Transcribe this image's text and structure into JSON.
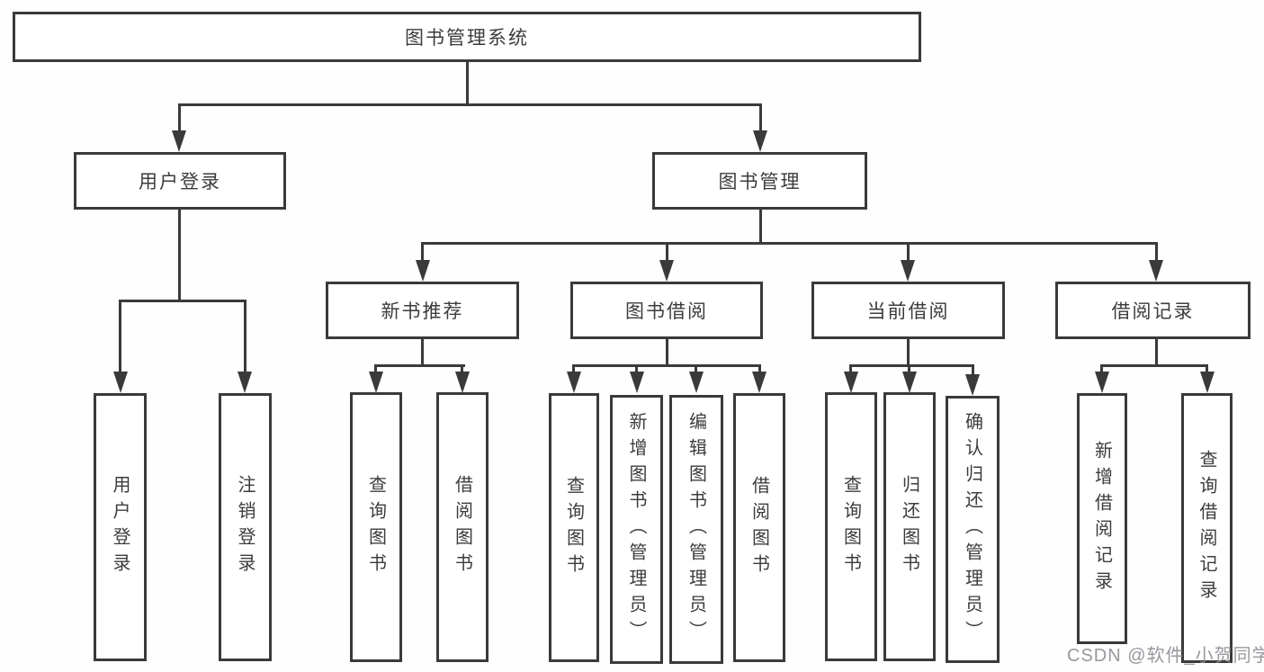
{
  "tree": {
    "root": {
      "label": "图书管理系统"
    },
    "login": {
      "label": "用户登录",
      "children": [
        {
          "label": "用户登录"
        },
        {
          "label": "注销登录"
        }
      ]
    },
    "manage": {
      "label": "图书管理",
      "children": [
        {
          "label": "新书推荐",
          "children": [
            {
              "label": "查询图书"
            },
            {
              "label": "借阅图书"
            }
          ]
        },
        {
          "label": "图书借阅",
          "children": [
            {
              "label": "查询图书"
            },
            {
              "label": "新增图书（管理员）"
            },
            {
              "label": "编辑图书（管理员）"
            },
            {
              "label": "借阅图书"
            }
          ]
        },
        {
          "label": "当前借阅",
          "children": [
            {
              "label": "查询图书"
            },
            {
              "label": "归还图书"
            },
            {
              "label": "确认归还（管理员）"
            }
          ]
        },
        {
          "label": "借阅记录",
          "children": [
            {
              "label": "新增借阅记录"
            },
            {
              "label": "查询借阅记录"
            }
          ]
        }
      ]
    }
  },
  "watermark": "CSDN @软件_小贺同学",
  "colors": {
    "line": "#3a3a3a",
    "text": "#3c3c3c",
    "watermark": "#8d8d94"
  }
}
